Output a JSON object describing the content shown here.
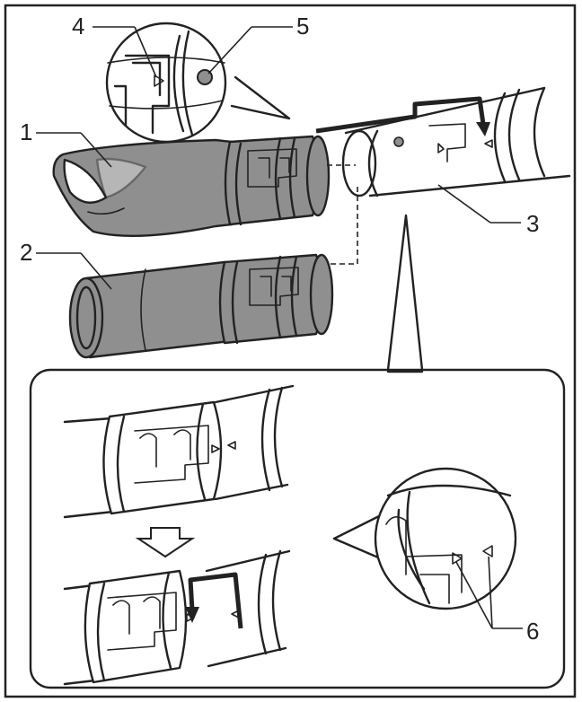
{
  "callouts": [
    {
      "id": "1",
      "label": "1"
    },
    {
      "id": "2",
      "label": "2"
    },
    {
      "id": "3",
      "label": "3"
    },
    {
      "id": "4",
      "label": "4"
    },
    {
      "id": "5",
      "label": "5"
    },
    {
      "id": "6",
      "label": "6"
    }
  ],
  "colors": {
    "nozzle_fill": "#8f8f8f",
    "line": "#222222",
    "background": "#ffffff"
  },
  "icons": [
    "down-arrow-icon",
    "rotate-arrow-icon",
    "alignment-triangle-icon"
  ]
}
